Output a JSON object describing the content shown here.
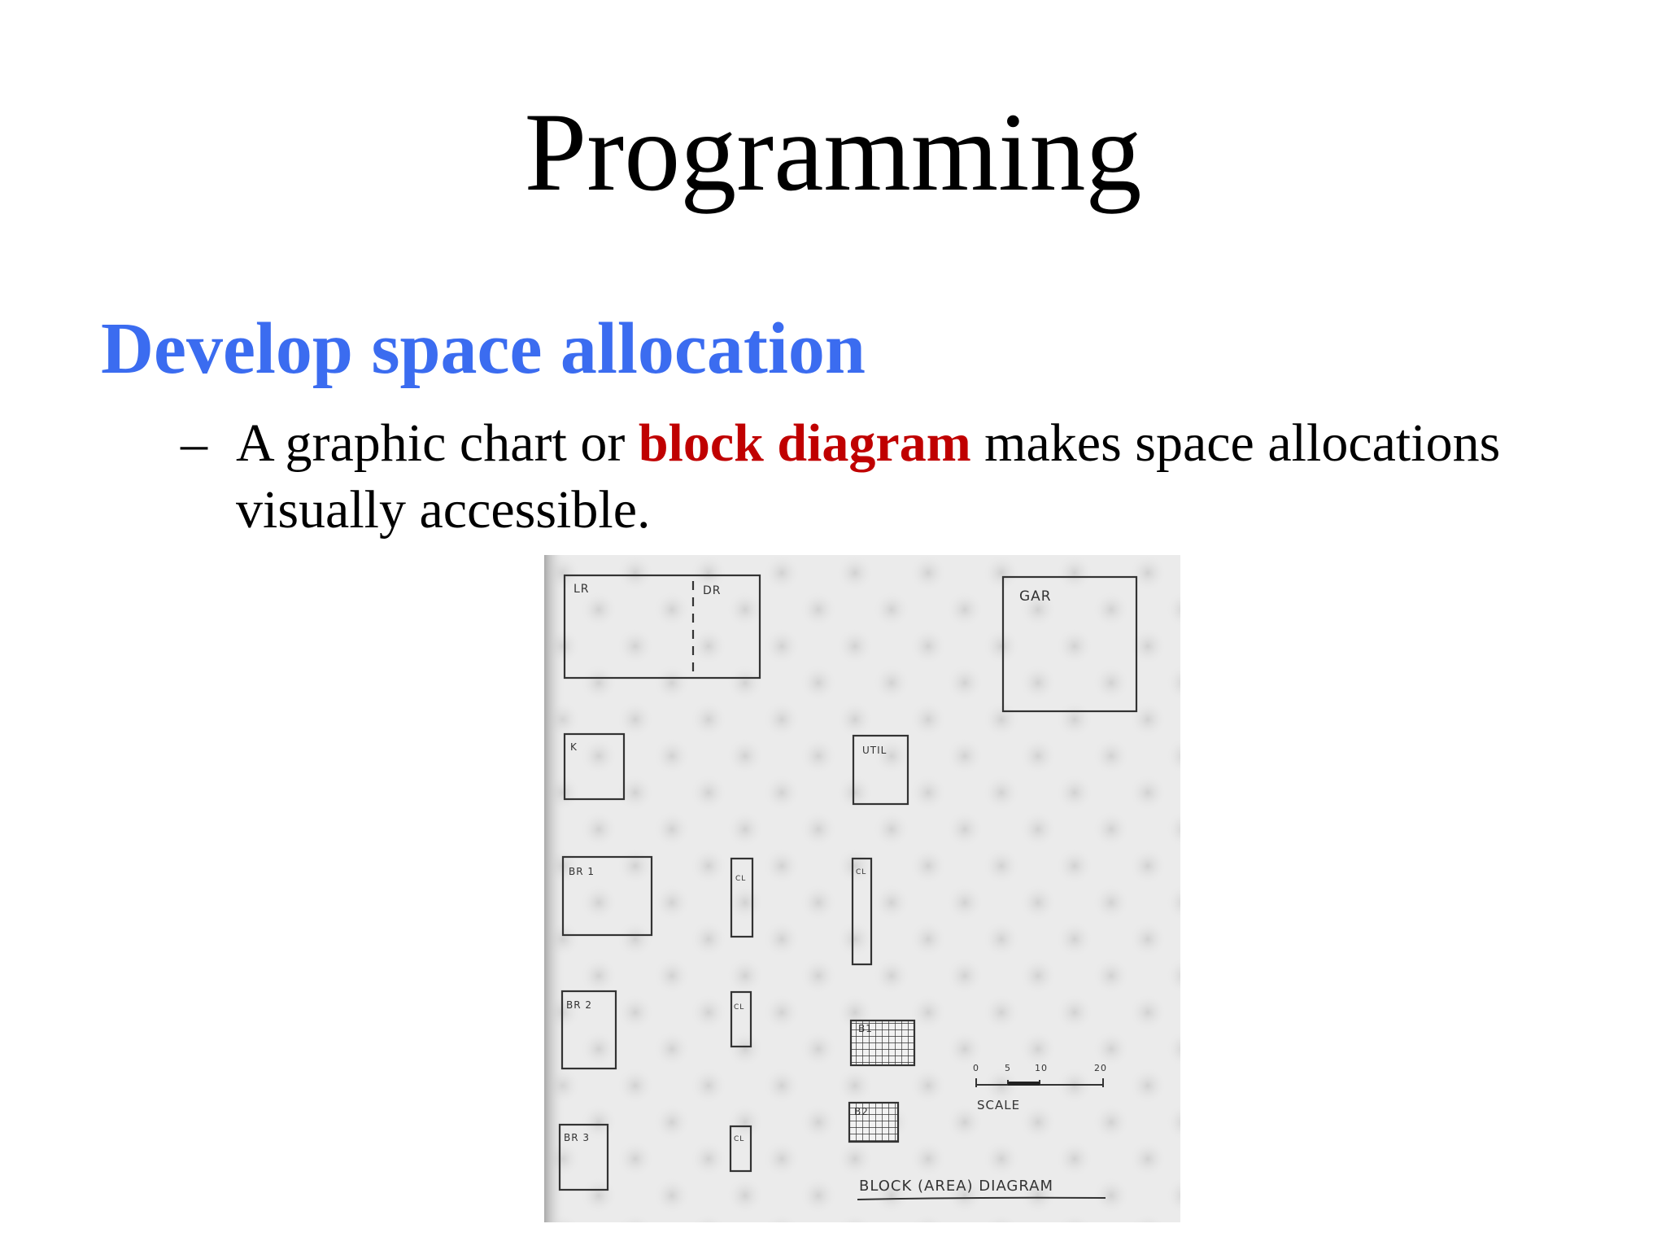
{
  "slide": {
    "title": "Programming",
    "heading": "Develop space allocation",
    "bullet": {
      "dash": "–",
      "text_before": "A graphic chart or ",
      "emphasis": "block diagram",
      "text_after": " makes space allocations visually accessible."
    }
  },
  "figure": {
    "caption": "BLOCK (AREA) DIAGRAM",
    "blocks": {
      "lr": "LR",
      "dr": "DR",
      "gar": "GAR",
      "k": "K",
      "util": "UTIL",
      "br1": "BR 1",
      "br2": "BR 2",
      "br3": "BR 3",
      "cl": "CL",
      "b1": "B1",
      "b2": "B2"
    },
    "scale": {
      "label": "SCALE",
      "ticks": [
        "0",
        "5",
        "10",
        "20"
      ]
    }
  },
  "colors": {
    "heading": "#3B6CF0",
    "emphasis": "#C00000",
    "title": "#000000",
    "paper": "#EAEAEA",
    "ink": "#333333"
  }
}
